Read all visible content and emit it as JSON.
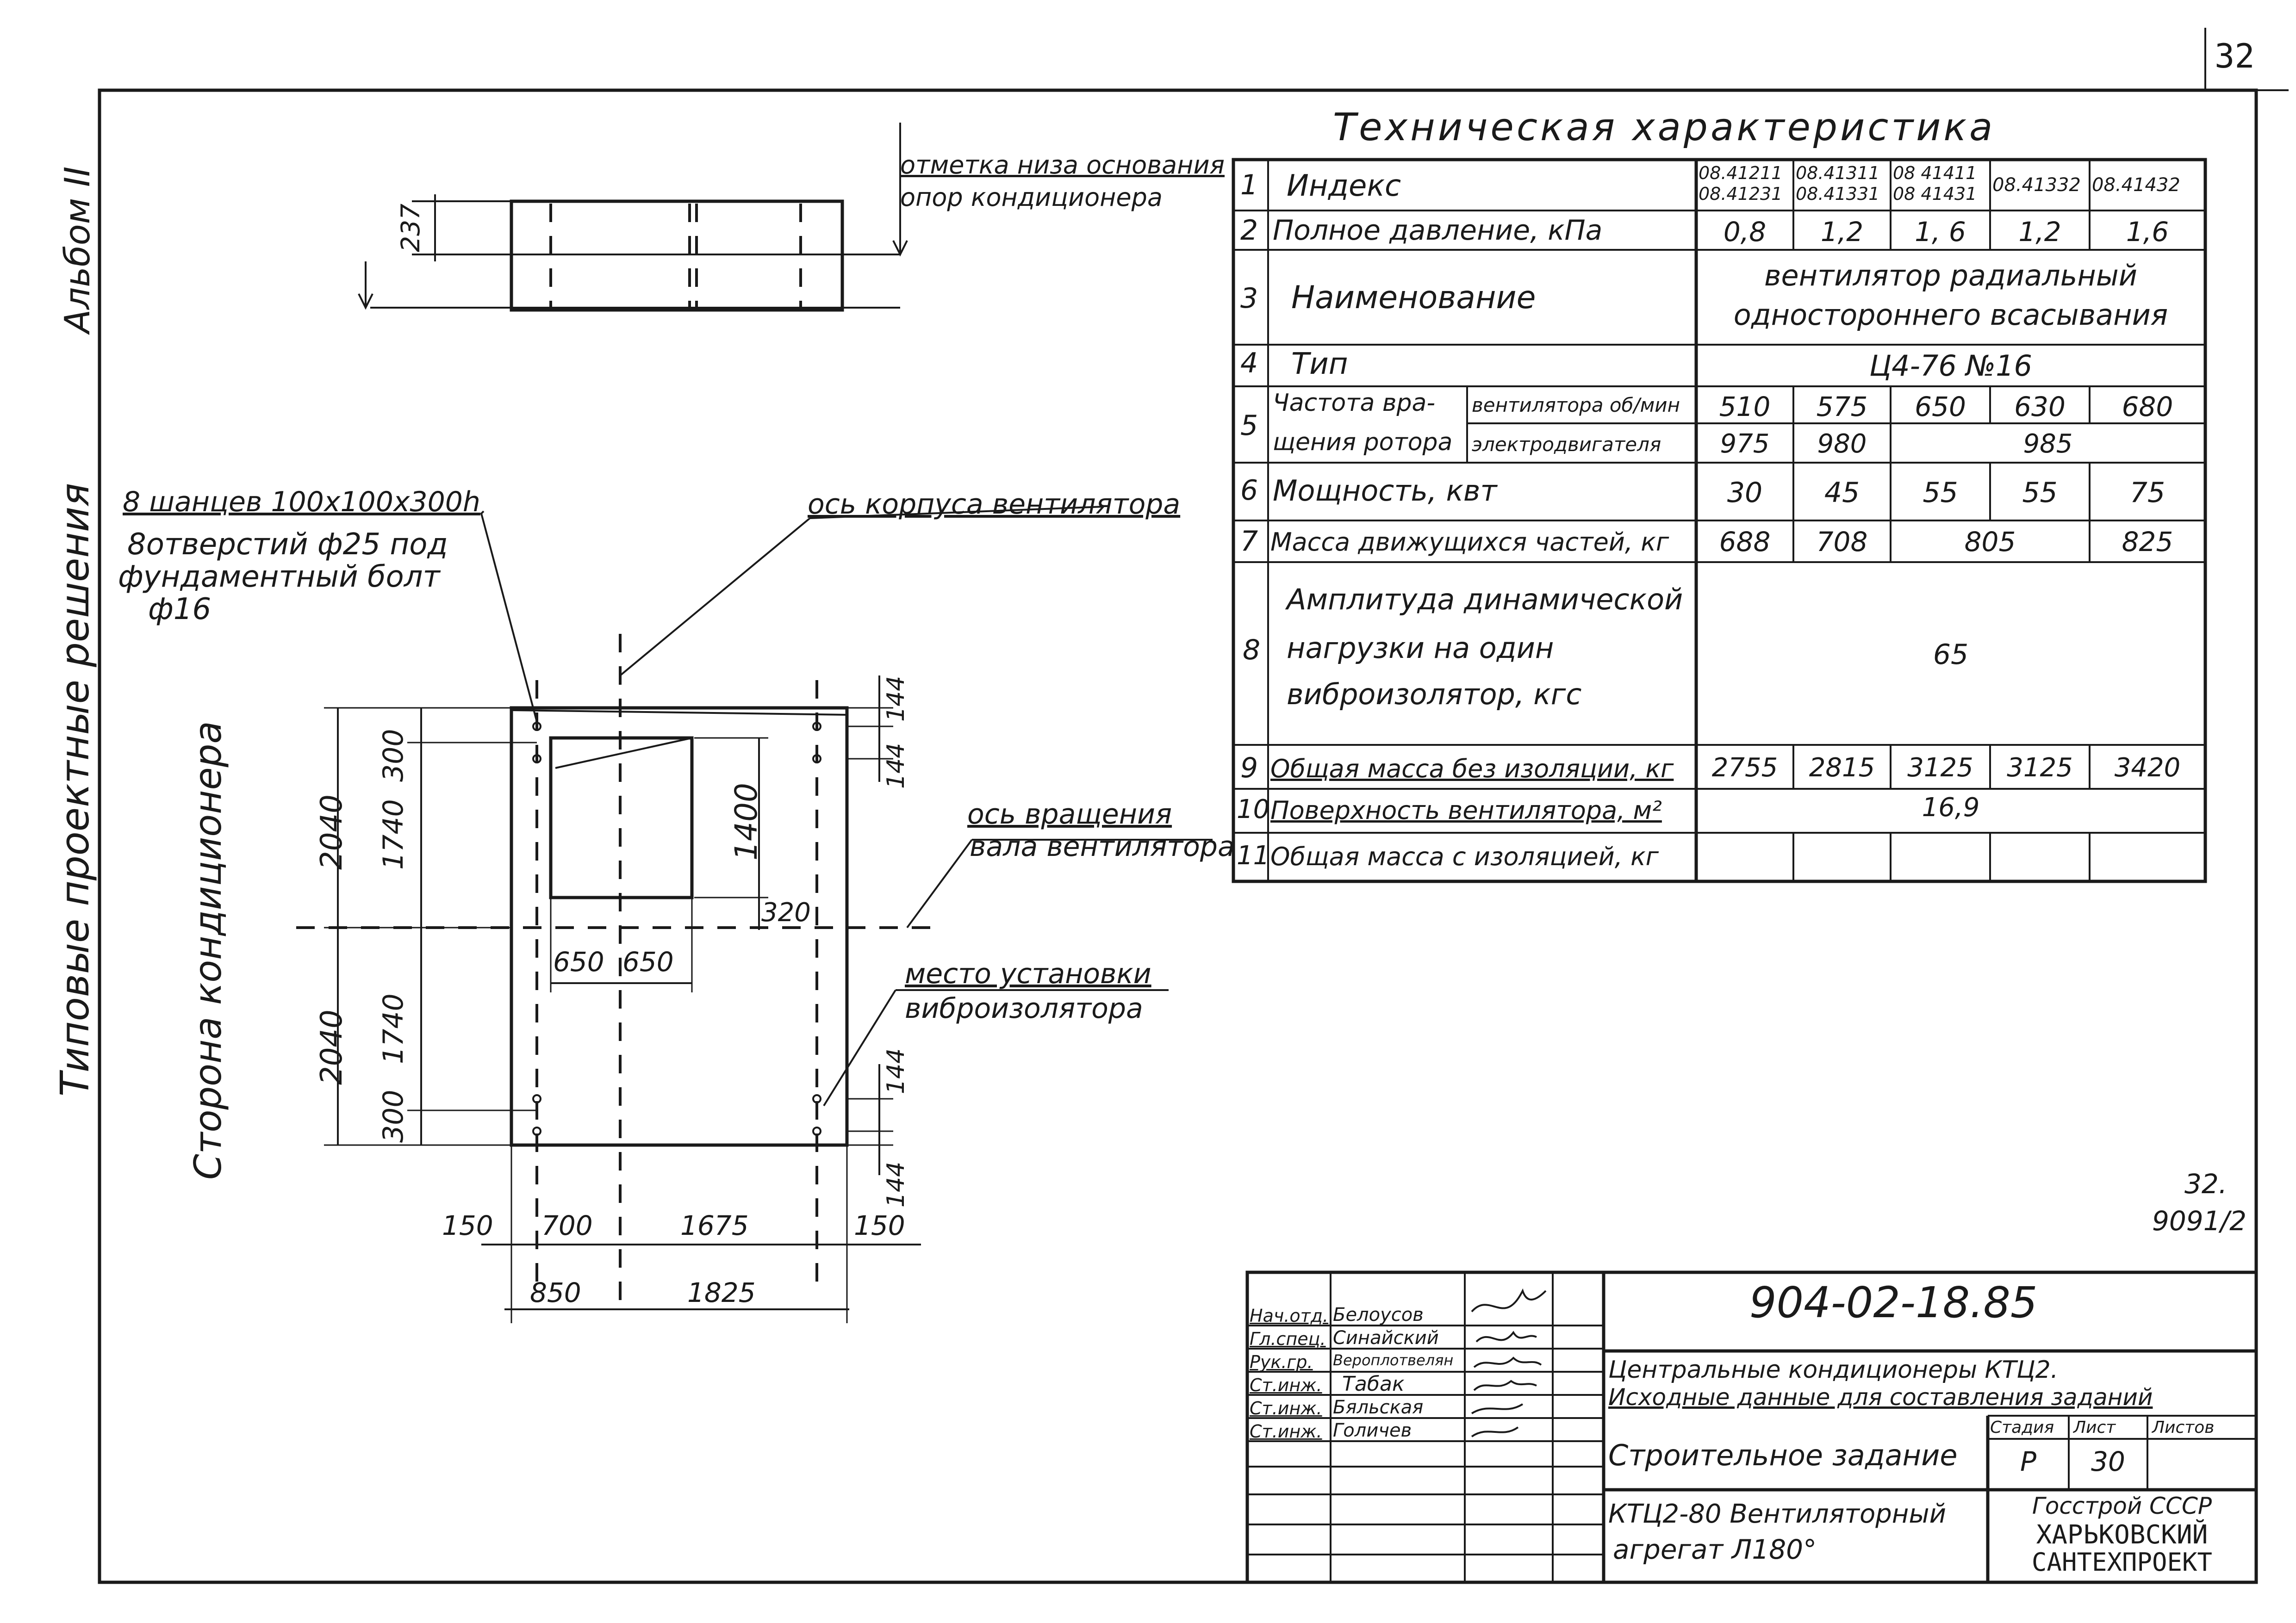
{
  "page_number": "32",
  "side": {
    "album": "Альбом II",
    "series": "Типовые проектные решения",
    "conditioner_side": "Сторона кондиционера"
  },
  "elevation": {
    "dim_237": "237",
    "mark_line1": "отметка низа основания",
    "mark_line2": "опор кондиционера"
  },
  "plan": {
    "anchors": "8 шанцев 100х100х300h",
    "holes_line1": "8отверстий ф25 под",
    "holes_line2": "фундаментный болт",
    "holes_line3": "ф16",
    "axis_body": "ось корпуса вентилятора",
    "axis_rot1": "ось вращения",
    "axis_rot2": "вала вентилятора",
    "iso1": "место установки",
    "iso2": "виброизолятора",
    "d2040a": "2040",
    "d2040b": "2040",
    "d300a": "300",
    "d1740a": "1740",
    "d1740b": "1740",
    "d300b": "300",
    "d1400": "1400",
    "d320": "320",
    "d650a": "650",
    "d650b": "650",
    "d144a": "144",
    "d144b": "144",
    "d144c": "144",
    "d144d": "144",
    "d150a": "150",
    "d700": "700",
    "d1675": "1675",
    "d150b": "150",
    "d850": "850",
    "d1825": "1825"
  },
  "spec": {
    "title": "Техническая характеристика",
    "r1": {
      "n": "1",
      "label": "Индекс",
      "c1a": "08.41211",
      "c1b": "08.41231",
      "c2a": "08.41311",
      "c2b": "08.41331",
      "c3a": "08 41411",
      "c3b": "08 41431",
      "c4": "08.41332",
      "c5": "08.41432"
    },
    "r2": {
      "n": "2",
      "label": "Полное давление, кПа",
      "v": [
        "0,8",
        "1,2",
        "1, 6",
        "1,2",
        "1,6"
      ]
    },
    "r3": {
      "n": "3",
      "label": "Наименование",
      "v1": "вентилятор радиальный",
      "v2": "одностороннего всасывания"
    },
    "r4": {
      "n": "4",
      "label": "Тип",
      "v": "Ц4-76 №16"
    },
    "r5": {
      "n": "5",
      "label1": "Частота вра-",
      "label2": "щения ротора",
      "fan": "вентилятора об/мин",
      "motor": "электродвигателя",
      "fv": [
        "510",
        "575",
        "650",
        "630",
        "680"
      ],
      "mv": [
        "975",
        "980",
        "985"
      ]
    },
    "r6": {
      "n": "6",
      "label": "Мощность, квт",
      "v": [
        "30",
        "45",
        "55",
        "55",
        "75"
      ]
    },
    "r7": {
      "n": "7",
      "label": "Масса движущихся частей, кг",
      "v": [
        "688",
        "708",
        "805",
        "825"
      ]
    },
    "r8": {
      "n": "8",
      "l1": "Амплитуда динамической",
      "l2": "нагрузки на один",
      "l3": "виброизолятор, кгс",
      "v": "65"
    },
    "r9": {
      "n": "9",
      "label": "Общая масса без изоляции, кг",
      "v": [
        "2755",
        "2815",
        "3125",
        "3125",
        "3420"
      ]
    },
    "r10": {
      "n": "10",
      "label": "Поверхность вентилятора, м²",
      "v": "16,9"
    },
    "r11": {
      "n": "11",
      "label": "Общая масса с изоляцией, кг"
    }
  },
  "margin_note": {
    "a": "32.",
    "b": "9091/2"
  },
  "stamp": {
    "code": "904-02-18.85",
    "roles": [
      "Нач.отд.",
      "Гл.спец.",
      "Рук.гр.",
      "Ст.инж.",
      "Ст.инж.",
      "Ст.инж."
    ],
    "names": [
      "Белоусов",
      "Синайский",
      "Вероплотвелян",
      "Табак",
      "Бяльская",
      "Голичев"
    ],
    "desc1": "Центральные кондиционеры КТЦ2.",
    "desc2": "Исходные данные для составления заданий",
    "sheet_title": "Строительное задание",
    "stage_h": "Стадия",
    "list_h": "Лист",
    "lists_h": "Листов",
    "stage": "Р",
    "list": "30",
    "unit1": "КТЦ2-80 Вентиляторный",
    "unit2": "агрегат Л180°",
    "org1": "Госстрой СССР",
    "org2": "ХАРЬКОВСКИЙ",
    "org3": "САНТЕХПРОЕКТ"
  }
}
